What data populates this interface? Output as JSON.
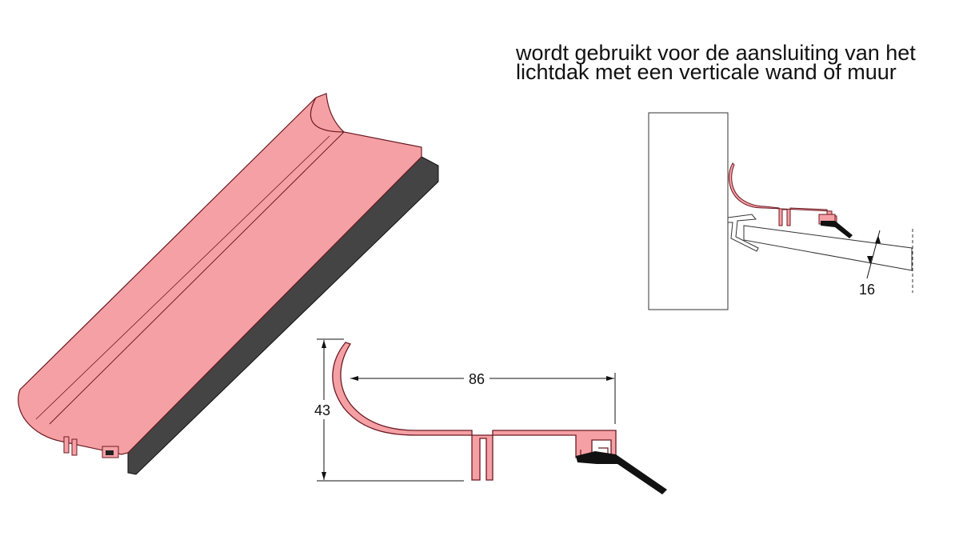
{
  "description": {
    "line1": "wordt gebruikt voor de aansluiting van het",
    "line2": "lichtdak met een verticale wand of muur"
  },
  "dimensions": {
    "width": "86",
    "height": "43",
    "sheet_thickness": "16"
  },
  "colors": {
    "profile_fill": "#f5a0a5",
    "profile_stroke": "#6b1a22",
    "rubber_seal": "#444444",
    "line": "#111111",
    "wall_fill": "#ffffff",
    "background": "#ffffff"
  }
}
